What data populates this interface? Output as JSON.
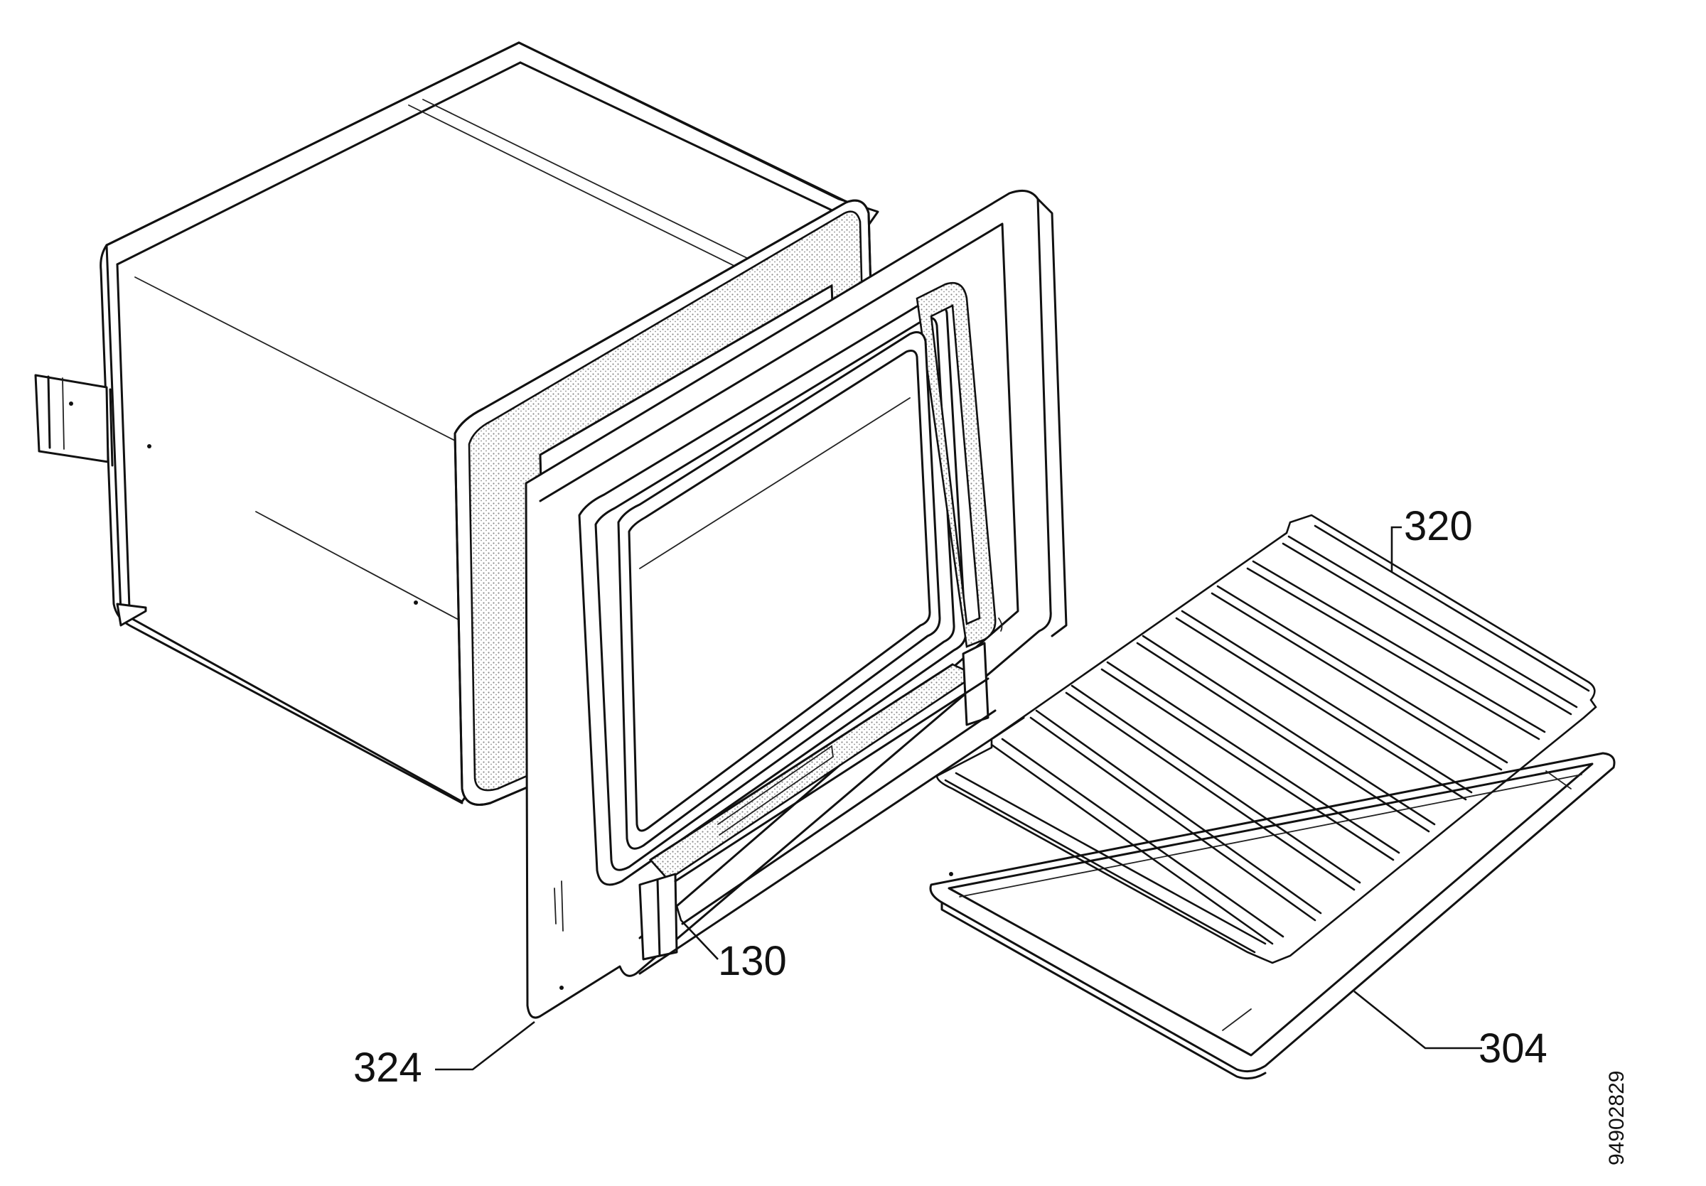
{
  "callouts": {
    "shelf": "320",
    "seal": "130",
    "frame": "324",
    "tray": "304"
  },
  "drawing_number": "94902829",
  "colors": {
    "line": "#111111",
    "seal_texture": "#9a9a9a",
    "background": "#ffffff"
  }
}
